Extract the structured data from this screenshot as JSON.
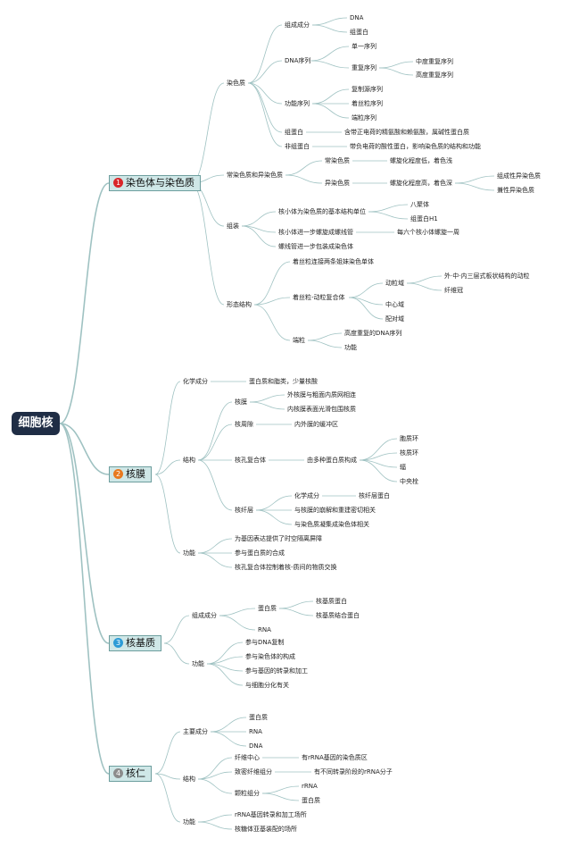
{
  "root": "细胞核",
  "sections": [
    {
      "num": "1",
      "title": "染色体与染色质",
      "color": "#d9262a",
      "children": [
        {
          "id": "s1-1",
          "label": "染色质",
          "children": [
            {
              "id": "s1-1-1",
              "label": "组成成分",
              "children": [
                {
                  "id": "s1-1-1-1",
                  "label": "DNA"
                },
                {
                  "id": "s1-1-1-2",
                  "label": "组蛋白"
                }
              ]
            },
            {
              "id": "s1-1-2",
              "label": "DNA序列",
              "children": [
                {
                  "id": "s1-1-2-1",
                  "label": "单一序列"
                },
                {
                  "id": "s1-1-2-2",
                  "label": "重复序列",
                  "children": [
                    {
                      "id": "s1-1-2-2-1",
                      "label": "中度重复序列"
                    },
                    {
                      "id": "s1-1-2-2-2",
                      "label": "高度重复序列"
                    }
                  ]
                }
              ]
            },
            {
              "id": "s1-1-3",
              "label": "功能序列",
              "children": [
                {
                  "id": "s1-1-3-1",
                  "label": "复制源序列"
                },
                {
                  "id": "s1-1-3-2",
                  "label": "着丝粒序列"
                },
                {
                  "id": "s1-1-3-3",
                  "label": "端粒序列"
                }
              ]
            },
            {
              "id": "s1-1-4",
              "label": "组蛋白",
              "children": [
                {
                  "id": "s1-1-4-1",
                  "label": "含带正电荷的精氨酸和赖氨酸，属碱性蛋白质"
                }
              ]
            },
            {
              "id": "s1-1-5",
              "label": "非组蛋白",
              "children": [
                {
                  "id": "s1-1-5-1",
                  "label": "带负电荷的酸性蛋白，影响染色质的结构和功能"
                }
              ]
            }
          ]
        },
        {
          "id": "s1-2",
          "label": "常染色质和异染色质",
          "children": [
            {
              "id": "s1-2-1",
              "label": "常染色质",
              "children": [
                {
                  "id": "s1-2-1-1",
                  "label": "螺旋化程度低，着色浅"
                }
              ]
            },
            {
              "id": "s1-2-2",
              "label": "异染色质",
              "children": [
                {
                  "id": "s1-2-2-1",
                  "label": "螺旋化程度高，着色深",
                  "children": [
                    {
                      "id": "s1-2-2-1-1",
                      "label": "组成性异染色质"
                    },
                    {
                      "id": "s1-2-2-1-2",
                      "label": "兼性异染色质"
                    }
                  ]
                }
              ]
            }
          ]
        },
        {
          "id": "s1-3",
          "label": "组装",
          "children": [
            {
              "id": "s1-3-1",
              "label": "核小体为染色质的基本结构单位",
              "children": [
                {
                  "id": "s1-3-1-1",
                  "label": "八聚体"
                },
                {
                  "id": "s1-3-1-2",
                  "label": "组蛋白H1"
                }
              ]
            },
            {
              "id": "s1-3-2",
              "label": "核小体进一步螺旋成螺线管",
              "children": [
                {
                  "id": "s1-3-2-1",
                  "label": "每六个核小体螺旋一周"
                }
              ]
            },
            {
              "id": "s1-3-3",
              "label": "螺线管进一步包装成染色体"
            }
          ]
        },
        {
          "id": "s1-4",
          "label": "形态结构",
          "children": [
            {
              "id": "s1-4-1",
              "label": "着丝粒连接两条姐妹染色单体"
            },
            {
              "id": "s1-4-2",
              "label": "着丝粒-动粒复合体",
              "children": [
                {
                  "id": "s1-4-2-1",
                  "label": "动粒域",
                  "children": [
                    {
                      "id": "s1-4-2-1-1",
                      "label": "外·中·内三层式板状结构的动粒"
                    },
                    {
                      "id": "s1-4-2-1-2",
                      "label": "纤维冠"
                    }
                  ]
                },
                {
                  "id": "s1-4-2-2",
                  "label": "中心域"
                },
                {
                  "id": "s1-4-2-3",
                  "label": "配对域"
                }
              ]
            },
            {
              "id": "s1-4-3",
              "label": "端粒",
              "children": [
                {
                  "id": "s1-4-3-1",
                  "label": "高度重复的DNA序列"
                },
                {
                  "id": "s1-4-3-2",
                  "label": "功能"
                }
              ]
            }
          ]
        }
      ]
    },
    {
      "num": "2",
      "title": "核膜",
      "color": "#e8791f",
      "children": [
        {
          "id": "s2-1",
          "label": "化学成分",
          "children": [
            {
              "id": "s2-1-1",
              "label": "蛋白质和脂类，少量核酸"
            }
          ]
        },
        {
          "id": "s2-2",
          "label": "结构",
          "children": [
            {
              "id": "s2-2-1",
              "label": "核膜",
              "children": [
                {
                  "id": "s2-2-1-1",
                  "label": "外核膜与粗面内质网相连"
                },
                {
                  "id": "s2-2-1-2",
                  "label": "内核膜表面光滑包围核质"
                }
              ]
            },
            {
              "id": "s2-2-2",
              "label": "核周隙",
              "children": [
                {
                  "id": "s2-2-2-1",
                  "label": "内外膜的缓冲区"
                }
              ]
            },
            {
              "id": "s2-2-3",
              "label": "核孔复合体",
              "children": [
                {
                  "id": "s2-2-3-1",
                  "label": "由多种蛋白质构成",
                  "children": [
                    {
                      "id": "s2-2-3-1-1",
                      "label": "胞质环"
                    },
                    {
                      "id": "s2-2-3-1-2",
                      "label": "核质环"
                    },
                    {
                      "id": "s2-2-3-1-3",
                      "label": "辐"
                    },
                    {
                      "id": "s2-2-3-1-4",
                      "label": "中央栓"
                    }
                  ]
                }
              ]
            },
            {
              "id": "s2-2-4",
              "label": "核纤层",
              "children": [
                {
                  "id": "s2-2-4-1",
                  "label": "化学成分",
                  "children": [
                    {
                      "id": "s2-2-4-1-1",
                      "label": "核纤层蛋白"
                    }
                  ]
                },
                {
                  "id": "s2-2-4-2",
                  "label": "与核膜的崩解和重建密切相关"
                },
                {
                  "id": "s2-2-4-3",
                  "label": "与染色质凝集成染色体相关"
                }
              ]
            }
          ]
        },
        {
          "id": "s2-3",
          "label": "功能",
          "children": [
            {
              "id": "s2-3-1",
              "label": "为基因表达提供了时空隔离屏障"
            },
            {
              "id": "s2-3-2",
              "label": "参与蛋白质的合成"
            },
            {
              "id": "s2-3-3",
              "label": "核孔复合体控制着核-质间的物质交换"
            }
          ]
        }
      ]
    },
    {
      "num": "3",
      "title": "核基质",
      "color": "#2c9bd6",
      "children": [
        {
          "id": "s3-1",
          "label": "组成成分",
          "children": [
            {
              "id": "s3-1-1",
              "label": "蛋白质",
              "children": [
                {
                  "id": "s3-1-1-1",
                  "label": "核基质蛋白"
                },
                {
                  "id": "s3-1-1-2",
                  "label": "核基质结合蛋白"
                }
              ]
            },
            {
              "id": "s3-1-2",
              "label": "RNA"
            }
          ]
        },
        {
          "id": "s3-2",
          "label": "功能",
          "children": [
            {
              "id": "s3-2-1",
              "label": "参与DNA复制"
            },
            {
              "id": "s3-2-2",
              "label": "参与染色体的构成"
            },
            {
              "id": "s3-2-3",
              "label": "参与基因的转录和加工"
            },
            {
              "id": "s3-2-4",
              "label": "与细胞分化有关"
            }
          ]
        }
      ]
    },
    {
      "num": "4",
      "title": "核仁",
      "color": "#8c8c8c",
      "children": [
        {
          "id": "s4-1",
          "label": "主要成分",
          "children": [
            {
              "id": "s4-1-1",
              "label": "蛋白质"
            },
            {
              "id": "s4-1-2",
              "label": "RNA"
            },
            {
              "id": "s4-1-3",
              "label": "DNA"
            }
          ]
        },
        {
          "id": "s4-2",
          "label": "结构",
          "children": [
            {
              "id": "s4-2-1",
              "label": "纤维中心",
              "children": [
                {
                  "id": "s4-2-1-1",
                  "label": "有rRNA基因的染色质区"
                }
              ]
            },
            {
              "id": "s4-2-2",
              "label": "致密纤维组分",
              "children": [
                {
                  "id": "s4-2-2-1",
                  "label": "有不同转录阶段的rRNA分子"
                }
              ]
            },
            {
              "id": "s4-2-3",
              "label": "颗粒组分",
              "children": [
                {
                  "id": "s4-2-3-1",
                  "label": "rRNA"
                },
                {
                  "id": "s4-2-3-2",
                  "label": "蛋白质"
                }
              ]
            }
          ]
        },
        {
          "id": "s4-3",
          "label": "功能",
          "children": [
            {
              "id": "s4-3-1",
              "label": "rRNA基因转录和加工场所"
            },
            {
              "id": "s4-3-2",
              "label": "核糖体亚基装配的场所"
            }
          ]
        }
      ]
    }
  ]
}
